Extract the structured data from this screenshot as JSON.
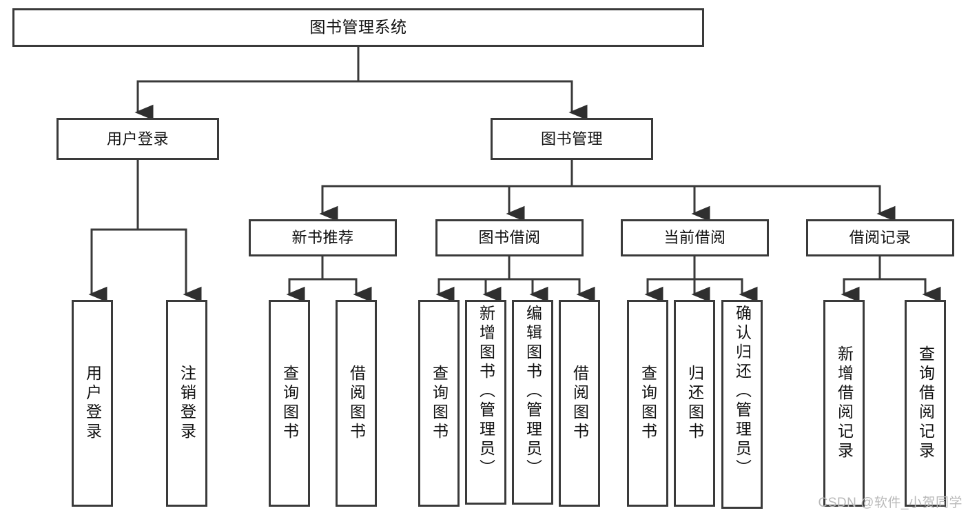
{
  "diagram": {
    "type": "tree-hierarchy",
    "title": "图书管理系统",
    "stroke_color": "#3a3a3a",
    "fill_color": "#ffffff",
    "background_color": "#ffffff",
    "text_color": "#111111",
    "levels": [
      {
        "level": 0,
        "nodes": [
          {
            "id": "root",
            "label": "图书管理系统"
          }
        ]
      },
      {
        "level": 1,
        "nodes": [
          {
            "id": "login",
            "label": "用户登录"
          },
          {
            "id": "bookmgmt",
            "label": "图书管理"
          }
        ]
      },
      {
        "level": 2,
        "nodes": [
          {
            "id": "newbook",
            "label": "新书推荐"
          },
          {
            "id": "borrow",
            "label": "图书借阅"
          },
          {
            "id": "current",
            "label": "当前借阅"
          },
          {
            "id": "records",
            "label": "借阅记录"
          }
        ]
      },
      {
        "level": 3,
        "nodes": [
          {
            "id": "leaf-1",
            "label": "用户登录",
            "parent": "login"
          },
          {
            "id": "leaf-2",
            "label": "注销登录",
            "parent": "login"
          },
          {
            "id": "leaf-3",
            "label": "查询图书",
            "parent": "newbook"
          },
          {
            "id": "leaf-4",
            "label": "借阅图书",
            "parent": "newbook"
          },
          {
            "id": "leaf-5",
            "label": "查询图书",
            "parent": "borrow"
          },
          {
            "id": "leaf-6",
            "label": "新增图书（管理员）",
            "parent": "borrow"
          },
          {
            "id": "leaf-7",
            "label": "编辑图书（管理员）",
            "parent": "borrow"
          },
          {
            "id": "leaf-8",
            "label": "借阅图书",
            "parent": "borrow"
          },
          {
            "id": "leaf-9",
            "label": "查询图书",
            "parent": "current"
          },
          {
            "id": "leaf-10",
            "label": "归还图书",
            "parent": "current"
          },
          {
            "id": "leaf-11",
            "label": "确认归还（管理员）",
            "parent": "current"
          },
          {
            "id": "leaf-12",
            "label": "新增借阅记录",
            "parent": "records"
          },
          {
            "id": "leaf-13",
            "label": "查询借阅记录",
            "parent": "records"
          }
        ]
      }
    ]
  },
  "watermark": {
    "text": "CSDN @软件_小贺同学",
    "color": "#b9b9b9"
  }
}
